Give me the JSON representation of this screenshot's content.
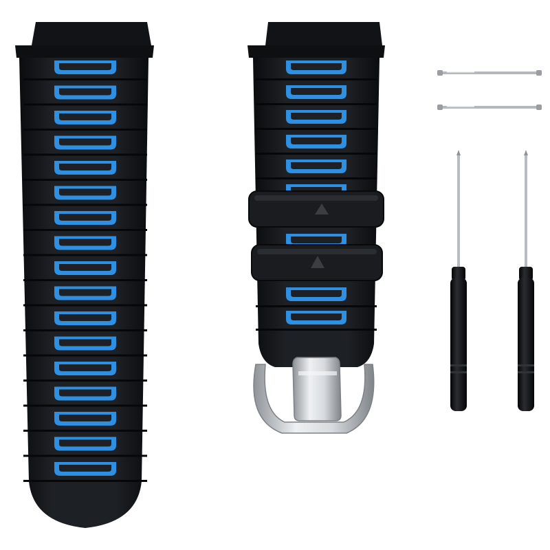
{
  "colors": {
    "background": "#ffffff",
    "strap_black": "#16181b",
    "strap_edge": "#0a0b0d",
    "accent_blue": "#2f8fe0",
    "steel": "#c9ccd0",
    "pin_steel": "#a7abb0",
    "handle_black": "#111214"
  },
  "items": [
    {
      "name": "long-strap",
      "icon": "watch-strap-long"
    },
    {
      "name": "buckle-strap",
      "icon": "watch-strap-buckle"
    },
    {
      "name": "spring-bar",
      "icon": "spring-bar-pin",
      "count": 2
    },
    {
      "name": "screwdriver",
      "icon": "screwdriver",
      "count": 2
    }
  ]
}
